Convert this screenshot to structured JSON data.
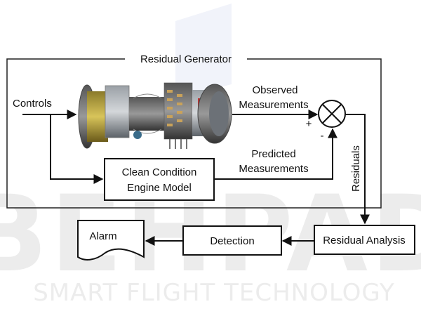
{
  "diagram": {
    "group_label": "Residual Generator",
    "inputs": {
      "controls": "Controls"
    },
    "signals": {
      "observed_line1": "Observed",
      "observed_line2": "Measurements",
      "predicted_line1": "Predicted",
      "predicted_line2": "Measurements",
      "residuals": "Residuals",
      "plus_sign": "+",
      "minus_sign": "-"
    },
    "blocks": {
      "engine_model_line1": "Clean Condition",
      "engine_model_line2": "Engine Model",
      "residual_analysis": "Residual Analysis",
      "detection": "Detection",
      "alarm": "Alarm"
    },
    "engine_image": "gas-turbine-engine"
  },
  "watermark": {
    "brand": "BEHPAD",
    "tagline": "SMART FLIGHT TECHNOLOGY"
  }
}
